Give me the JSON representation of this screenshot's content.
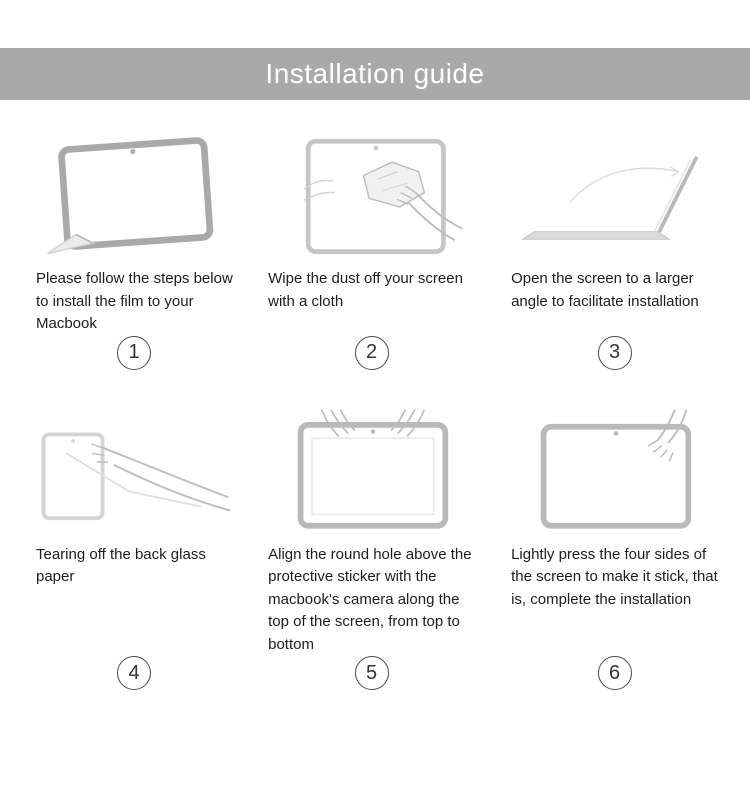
{
  "header": {
    "title": "Installation guide"
  },
  "palette": {
    "header_bg": "#a9a9a9",
    "header_text": "#ffffff",
    "line_art_gray": "#b9b9b9",
    "number_circle": "#4a4a4a"
  },
  "steps": [
    {
      "num": "1",
      "caption": "Please follow the steps below to install the film to your Macbook"
    },
    {
      "num": "2",
      "caption": "Wipe the dust off your screen with a cloth"
    },
    {
      "num": "3",
      "caption": "Open the screen to a larger angle to facilitate installation"
    },
    {
      "num": "4",
      "caption": "Tearing off the back glass paper"
    },
    {
      "num": "5",
      "caption": "Align the round hole above the protective sticker with the macbook's camera along the top of the screen, from top to bottom"
    },
    {
      "num": "6",
      "caption": "Lightly press the four sides of the screen to make it stick, that is, complete the installation"
    }
  ]
}
